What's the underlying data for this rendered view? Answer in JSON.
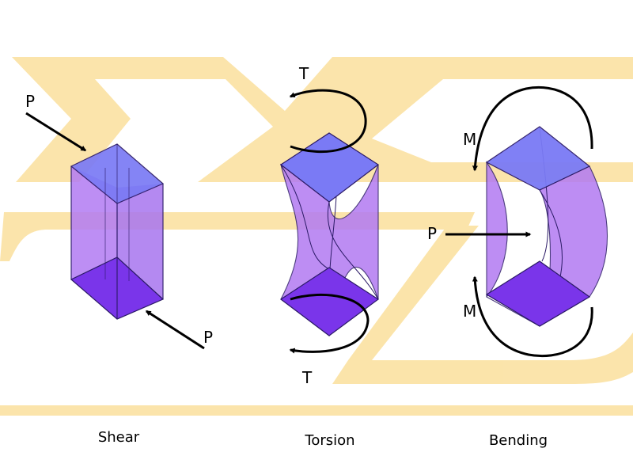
{
  "diagrams": [
    {
      "caption": "Shear",
      "forces": [
        "P",
        "P"
      ]
    },
    {
      "caption": "Torsion",
      "forces": [
        "T",
        "T"
      ]
    },
    {
      "caption": "Bending",
      "forces": [
        "M",
        "P",
        "M"
      ]
    }
  ],
  "colors": {
    "watermark": "#FBE3A6",
    "top_face": "#7A7AF5",
    "side_face": "#B27AF2",
    "bottom_face": "#7A35EA",
    "edge": "#2B1A66",
    "arrow": "#000000"
  }
}
